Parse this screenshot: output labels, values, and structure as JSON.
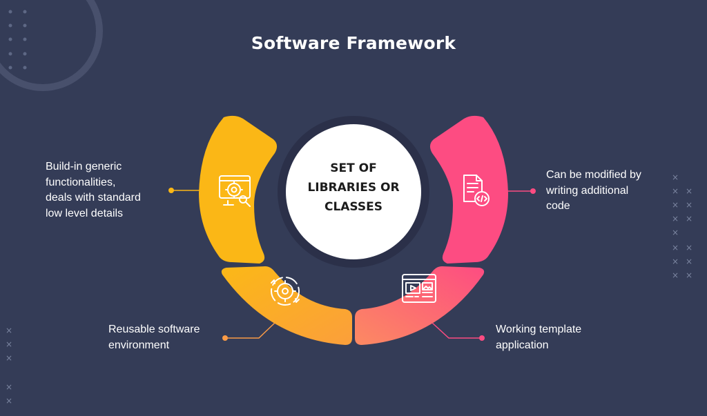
{
  "title": "Software Framework",
  "center": {
    "text": "SET OF\nLIBRARIES OR\nCLASSES"
  },
  "segments": [
    {
      "id": "generic",
      "label": "Build-in generic\nfunctionalities,\ndeals with standard\nlow level details",
      "icon": "settings-monitor-icon",
      "color": "#fbb716"
    },
    {
      "id": "reusable",
      "label": "Reusable software\nenvironment",
      "icon": "gear-cycle-icon",
      "color": "#fbaa2c"
    },
    {
      "id": "template",
      "label": "Working template\napplication",
      "icon": "media-template-icon",
      "color": "#fc6e76"
    },
    {
      "id": "modified",
      "label": "Can be modified by\nwriting additional\ncode",
      "icon": "code-document-icon",
      "color": "#fd4c82"
    }
  ],
  "colors": {
    "background": "#343c57",
    "yellow": "#fbb716",
    "orange": "#fb9b46",
    "pink": "#fd4c82",
    "ring": "#4b5471",
    "dots": "#5e6885"
  }
}
